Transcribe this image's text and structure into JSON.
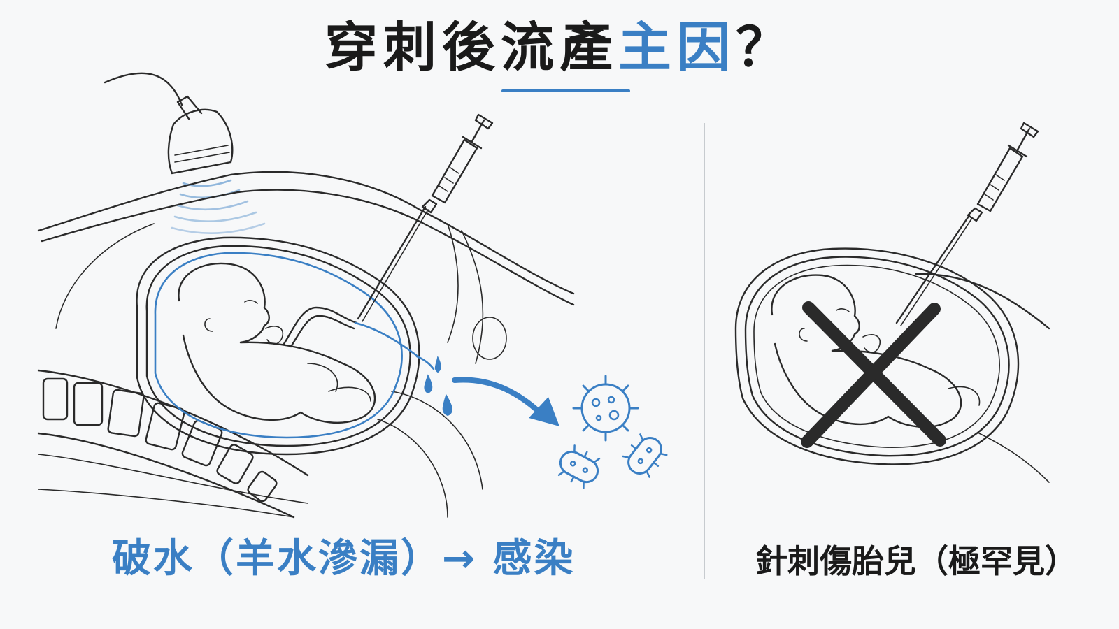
{
  "header": {
    "title_main": "穿刺後流產",
    "title_accent": "主因",
    "title_end": "？"
  },
  "left_panel": {
    "caption": "破水（羊水滲漏）→ 感染"
  },
  "right_panel": {
    "caption": "針刺傷胎兒（極罕見）"
  },
  "colors": {
    "accent": "#3a7fc4",
    "ink": "#1a1a1a",
    "background": "#f7f8f9"
  },
  "icons": [
    "ultrasound-probe-icon",
    "syringe-icon",
    "amniotic-fluid-drop-icon",
    "arrow-icon",
    "bacteria-icon",
    "cross-mark-icon"
  ]
}
